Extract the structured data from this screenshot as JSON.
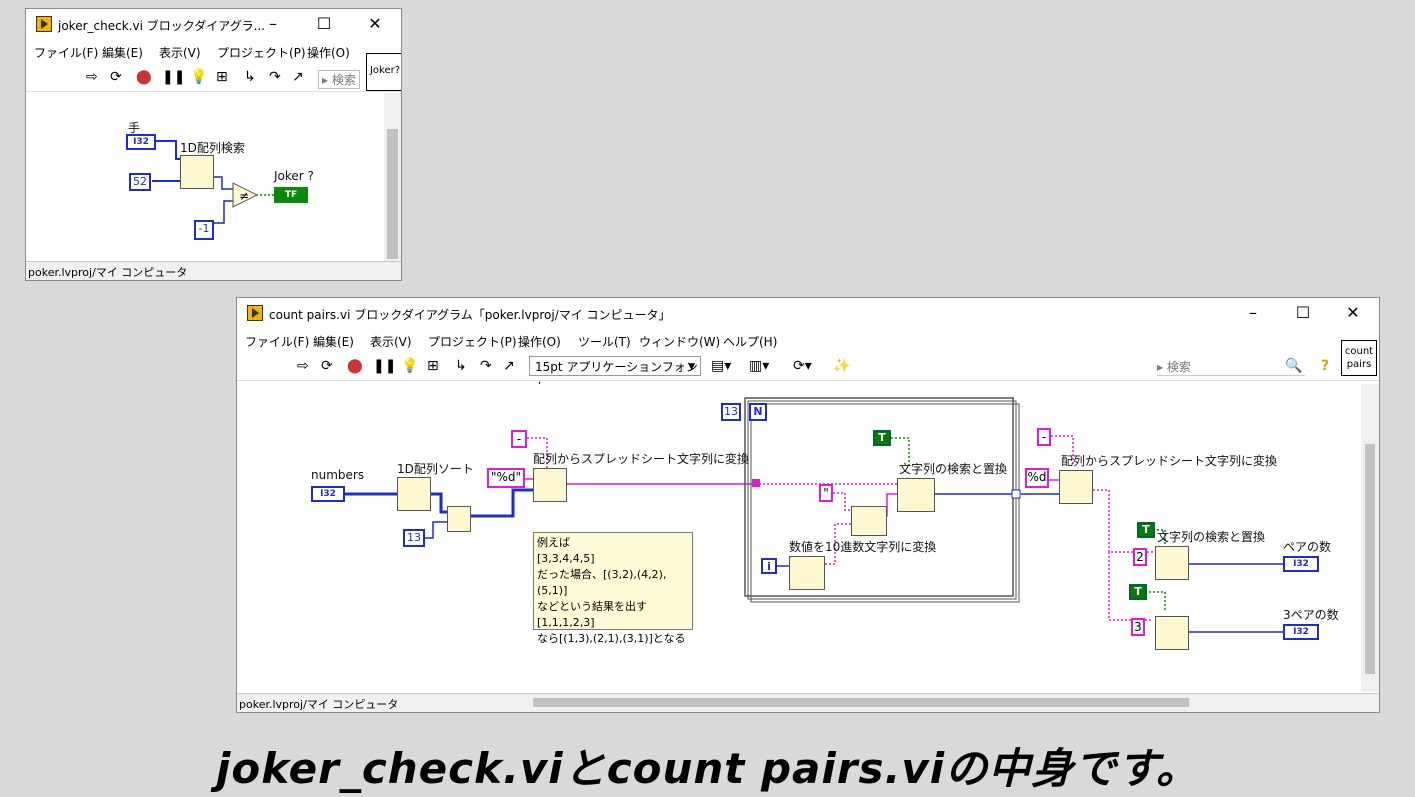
{
  "win1": {
    "title": "joker_check.vi ブロックダイアグラ...",
    "menu": [
      "ファイル(F)",
      "編集(E)",
      "表示(V)",
      "プロジェクト(P)",
      "操作(O)"
    ],
    "search_placeholder": "検索",
    "icon_label": "Joker?",
    "status": "poker.lvproj/マイ コンピュータ",
    "labels": {
      "hand": "手",
      "search1d": "1D配列検索",
      "joker": "Joker ?"
    },
    "constants": {
      "c52": "52",
      "cneg1": "-1"
    },
    "i32": "I32",
    "tf": "TF"
  },
  "win2": {
    "title": "count pairs.vi ブロックダイアグラム「poker.lvproj/マイ コンピュータ」",
    "menu": [
      "ファイル(F)",
      "編集(E)",
      "表示(V)",
      "プロジェクト(P)",
      "操作(O)",
      "ツール(T)",
      "ウィンドウ(W)",
      "ヘルプ(H)"
    ],
    "font_select": "15pt アプリケーションフォント",
    "search_placeholder": "検索",
    "icon_label": "count pairs",
    "status": "poker.lvproj/マイ コンピュータ",
    "labels": {
      "numbers": "numbers",
      "sort1d": "1D配列ソート",
      "arr2sheet1": "配列からスプレッドシート文字列に変換",
      "arr2sheet2": "配列からスプレッドシート文字列に変換",
      "searchreplace1": "文字列の検索と置換",
      "searchreplace2": "文字列の検索と置換",
      "num2dec": "数値を10進数文字列に変換",
      "pair_count": "ペアの数",
      "three_pair_count": "3ペアの数"
    },
    "constants": {
      "dash1": "-",
      "fmt1": "\"%d\"",
      "c13a": "13",
      "c13b": "13",
      "n": "N",
      "t1": "T",
      "t2": "T",
      "t3": "T",
      "quote": "\"",
      "i": "i",
      "dash2": "-",
      "fmt2": "%d",
      "c2": "2",
      "c3": "3"
    },
    "i32": "I32",
    "comment": [
      "例えば",
      "[3,3,4,4,5]",
      "だった場合、[(3,2),(4,2),(5,1)]",
      "などという結果を出す",
      "[1,1,1,2,3]",
      "なら[(1,3),(2,1),(3,1)]となる"
    ]
  },
  "caption": "joker_check.viとcount pairs.viの中身です。"
}
